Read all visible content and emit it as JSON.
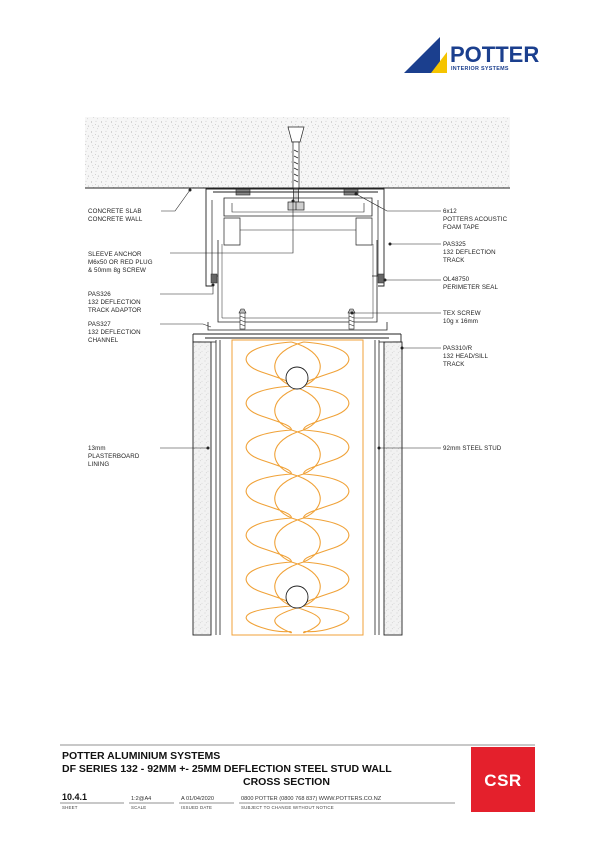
{
  "brand": {
    "name": "POTTER",
    "tagline": "INTERIOR SYSTEMS",
    "blue": "#1b3f8e",
    "yellow": "#f5c400"
  },
  "labels": {
    "concrete": [
      "CONCRETE SLAB",
      "CONCRETE WALL"
    ],
    "anchor": [
      "SLEEVE ANCHOR",
      "M6x50 OR RED PLUG",
      "& 50mm 8g SCREW"
    ],
    "pas326": [
      "PAS326",
      "132 DEFLECTION",
      "TRACK ADAPTOR"
    ],
    "pas327": [
      "PAS327",
      "132 DEFLECTION",
      "CHANNEL"
    ],
    "plasterboard": [
      "13mm",
      "PLASTERBOARD",
      "LINING"
    ],
    "foamtape": [
      "6x12",
      "POTTERS ACOUSTIC",
      "FOAM TAPE"
    ],
    "pas325": [
      "PAS325",
      "132 DEFLECTION",
      "TRACK"
    ],
    "perimeter": [
      "OL48750",
      "PERIMETER SEAL"
    ],
    "texscrew": [
      "TEX SCREW",
      "10g x 16mm"
    ],
    "pas310": [
      "PAS310/R",
      "132 HEAD/SILL",
      "TRACK"
    ],
    "stud": [
      "92mm STEEL STUD"
    ]
  },
  "title_block": {
    "line1": "POTTER ALUMINIUM SYSTEMS",
    "line2": "DF SERIES 132 - 92MM +- 25MM DEFLECTION STEEL STUD WALL",
    "line3": "CROSS SECTION",
    "sheet_value": "10.4.1",
    "sheet_caption": "SHEET",
    "scale_value": "1:2@A4",
    "scale_caption": "SCALE",
    "issued_value": "A 01/04/2020",
    "issued_caption": "ISSUED DATE",
    "contact": "0800 POTTER (0800 768 837) WWW.POTTERS.CO.NZ",
    "notice": "SUBJECT TO CHANGE WITHOUT NOTICE"
  },
  "csr": {
    "text": "CSR",
    "red": "#e4202c"
  },
  "colors": {
    "insulation": "#f0a238",
    "line": "#222222",
    "concrete_fill": "#f4f4f4"
  }
}
